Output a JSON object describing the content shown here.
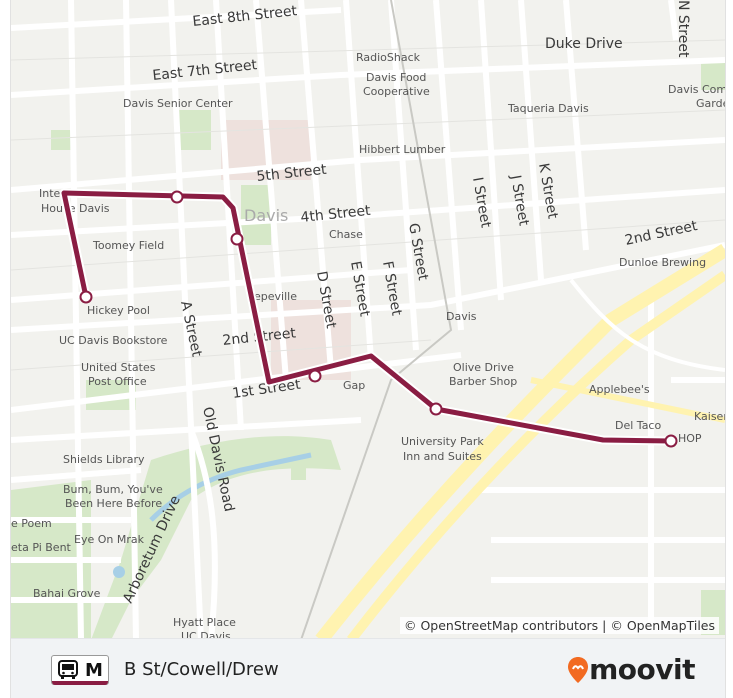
{
  "map": {
    "attribution": "© OpenStreetMap contributors | © OpenMapTiles",
    "street_labels": [
      {
        "name": "east-8th-street",
        "text": "East 8th Street"
      },
      {
        "name": "east-7th-street",
        "text": "East 7th Street"
      },
      {
        "name": "5th-street",
        "text": "5th Street"
      },
      {
        "name": "4th-street",
        "text": "4th Street"
      },
      {
        "name": "2nd-street-east",
        "text": "2nd Street"
      },
      {
        "name": "2nd-street-west",
        "text": "2nd Street"
      },
      {
        "name": "1st-street",
        "text": "1st Street"
      },
      {
        "name": "duke-drive",
        "text": "Duke Drive"
      },
      {
        "name": "n-street",
        "text": "N Street"
      },
      {
        "name": "i-street",
        "text": "I Street"
      },
      {
        "name": "j-street",
        "text": "J Street"
      },
      {
        "name": "k-street",
        "text": "K Street"
      },
      {
        "name": "g-street",
        "text": "G Street"
      },
      {
        "name": "f-street",
        "text": "F Street"
      },
      {
        "name": "e-street",
        "text": "E Street"
      },
      {
        "name": "d-street",
        "text": "D Street"
      },
      {
        "name": "a-street",
        "text": "A Street"
      },
      {
        "name": "old-davis-road",
        "text": "Old Davis Road"
      },
      {
        "name": "arboretum-drive",
        "text": "Arboretum Drive"
      }
    ],
    "poi_labels": [
      {
        "name": "radioshack",
        "text": "RadioShack"
      },
      {
        "name": "davis-food-line1",
        "text": "Davis Food"
      },
      {
        "name": "davis-food-line2",
        "text": "Cooperative"
      },
      {
        "name": "davis-senior-center",
        "text": "Davis Senior Center"
      },
      {
        "name": "taqueria-davis",
        "text": "Taqueria Davis"
      },
      {
        "name": "davis-com",
        "text": "Davis Com"
      },
      {
        "name": "garde",
        "text": "Garde"
      },
      {
        "name": "hibbert-lumber",
        "text": "Hibbert Lumber"
      },
      {
        "name": "inter",
        "text": "Inter"
      },
      {
        "name": "house-davis",
        "text": "House Davis"
      },
      {
        "name": "davis-city",
        "text": "Davis"
      },
      {
        "name": "chase",
        "text": "Chase"
      },
      {
        "name": "toomey-field",
        "text": "Toomey Field"
      },
      {
        "name": "dunloe-brewing",
        "text": "Dunloe Brewing"
      },
      {
        "name": "pepeville",
        "text": "epeville"
      },
      {
        "name": "hickey-pool",
        "text": "Hickey Pool"
      },
      {
        "name": "uc-davis-bookstore",
        "text": "UC Davis Bookstore"
      },
      {
        "name": "davis-town",
        "text": "Davis"
      },
      {
        "name": "united-states",
        "text": "United States"
      },
      {
        "name": "post-office",
        "text": "Post Office"
      },
      {
        "name": "gap",
        "text": "Gap"
      },
      {
        "name": "olive-drive",
        "text": "Olive Drive"
      },
      {
        "name": "barber-shop",
        "text": "Barber Shop"
      },
      {
        "name": "applebees",
        "text": "Applebee's"
      },
      {
        "name": "del-taco",
        "text": "Del Taco"
      },
      {
        "name": "kaiser",
        "text": "Kaiser"
      },
      {
        "name": "hop",
        "text": "HOP"
      },
      {
        "name": "university-park-line1",
        "text": "University Park"
      },
      {
        "name": "university-park-line2",
        "text": "Inn and Suites"
      },
      {
        "name": "shields-library",
        "text": "Shields Library"
      },
      {
        "name": "bum-line1",
        "text": "Bum, Bum, You've"
      },
      {
        "name": "bum-line2",
        "text": "Been Here Before"
      },
      {
        "name": "poem",
        "text": "e Poem"
      },
      {
        "name": "eye-on-mrak",
        "text": "Eye On Mrak"
      },
      {
        "name": "eta-pi-bent",
        "text": "eta Pi Bent"
      },
      {
        "name": "bahai-grove",
        "text": "Bahai Grove"
      },
      {
        "name": "hyatt-place",
        "text": "Hyatt Place"
      },
      {
        "name": "uc-davis-hyatt",
        "text": "UC Davis"
      }
    ]
  },
  "footer": {
    "route_letter": "M",
    "route_name": "B St/Cowell/Drew",
    "logo_text": "moovit",
    "bus_icon": "bus-icon",
    "pin_icon": "moovit-pin-icon"
  },
  "colors": {
    "route": "#8a1d43",
    "logo_orange": "#f26a21"
  }
}
